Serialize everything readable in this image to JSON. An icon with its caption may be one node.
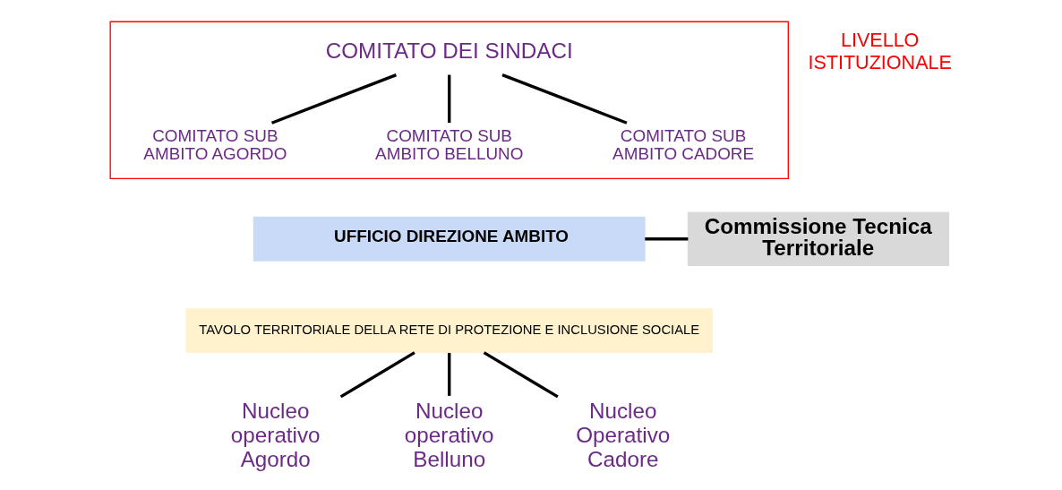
{
  "diagram": {
    "nodes": [
      {
        "text": [],
        "shape": "box"
      },
      {
        "text": [
          "COMITATO DEI SINDACI"
        ],
        "in": 0
      },
      {
        "text": [
          "COMITATO SUB AMBITO AGORDO"
        ],
        "in": 0
      },
      {
        "text": [
          "COMITATO SUB AMBITO BELLUNO"
        ],
        "in": 0
      },
      {
        "text": [
          "COMITATO SUB AMBITO CADORE"
        ],
        "in": 0
      },
      {
        "text": [
          "UFFICIO DIREZIONE AMBITO"
        ]
      },
      {
        "text": [
          "Commissione Tecnica Territoriale"
        ]
      },
      {
        "text": [
          "TAVOLO TERRITORIALE DELLA RETE DI PROTEZIONE E INCLUSIONE SOCIALE"
        ]
      },
      {
        "text": [
          "Nucleo operativo Agordo"
        ]
      },
      {
        "text": [
          "Nucleo operativo Belluno"
        ]
      },
      {
        "text": [
          "Nucleo Operativo Cadore"
        ]
      }
    ],
    "edges": [
      {
        "from": 1,
        "to": 2,
        "arrow": "none"
      },
      {
        "from": 1,
        "to": 3,
        "arrow": "none"
      },
      {
        "from": 1,
        "to": 4,
        "arrow": "none"
      },
      {
        "from": 5,
        "to": 6,
        "arrow": "none"
      },
      {
        "from": 7,
        "to": 8,
        "arrow": "none"
      },
      {
        "from": 7,
        "to": 9,
        "arrow": "none"
      },
      {
        "from": 7,
        "to": 10,
        "arrow": "none"
      }
    ],
    "labels": [
      "LIVELLO ISTITUZIONALE"
    ]
  }
}
